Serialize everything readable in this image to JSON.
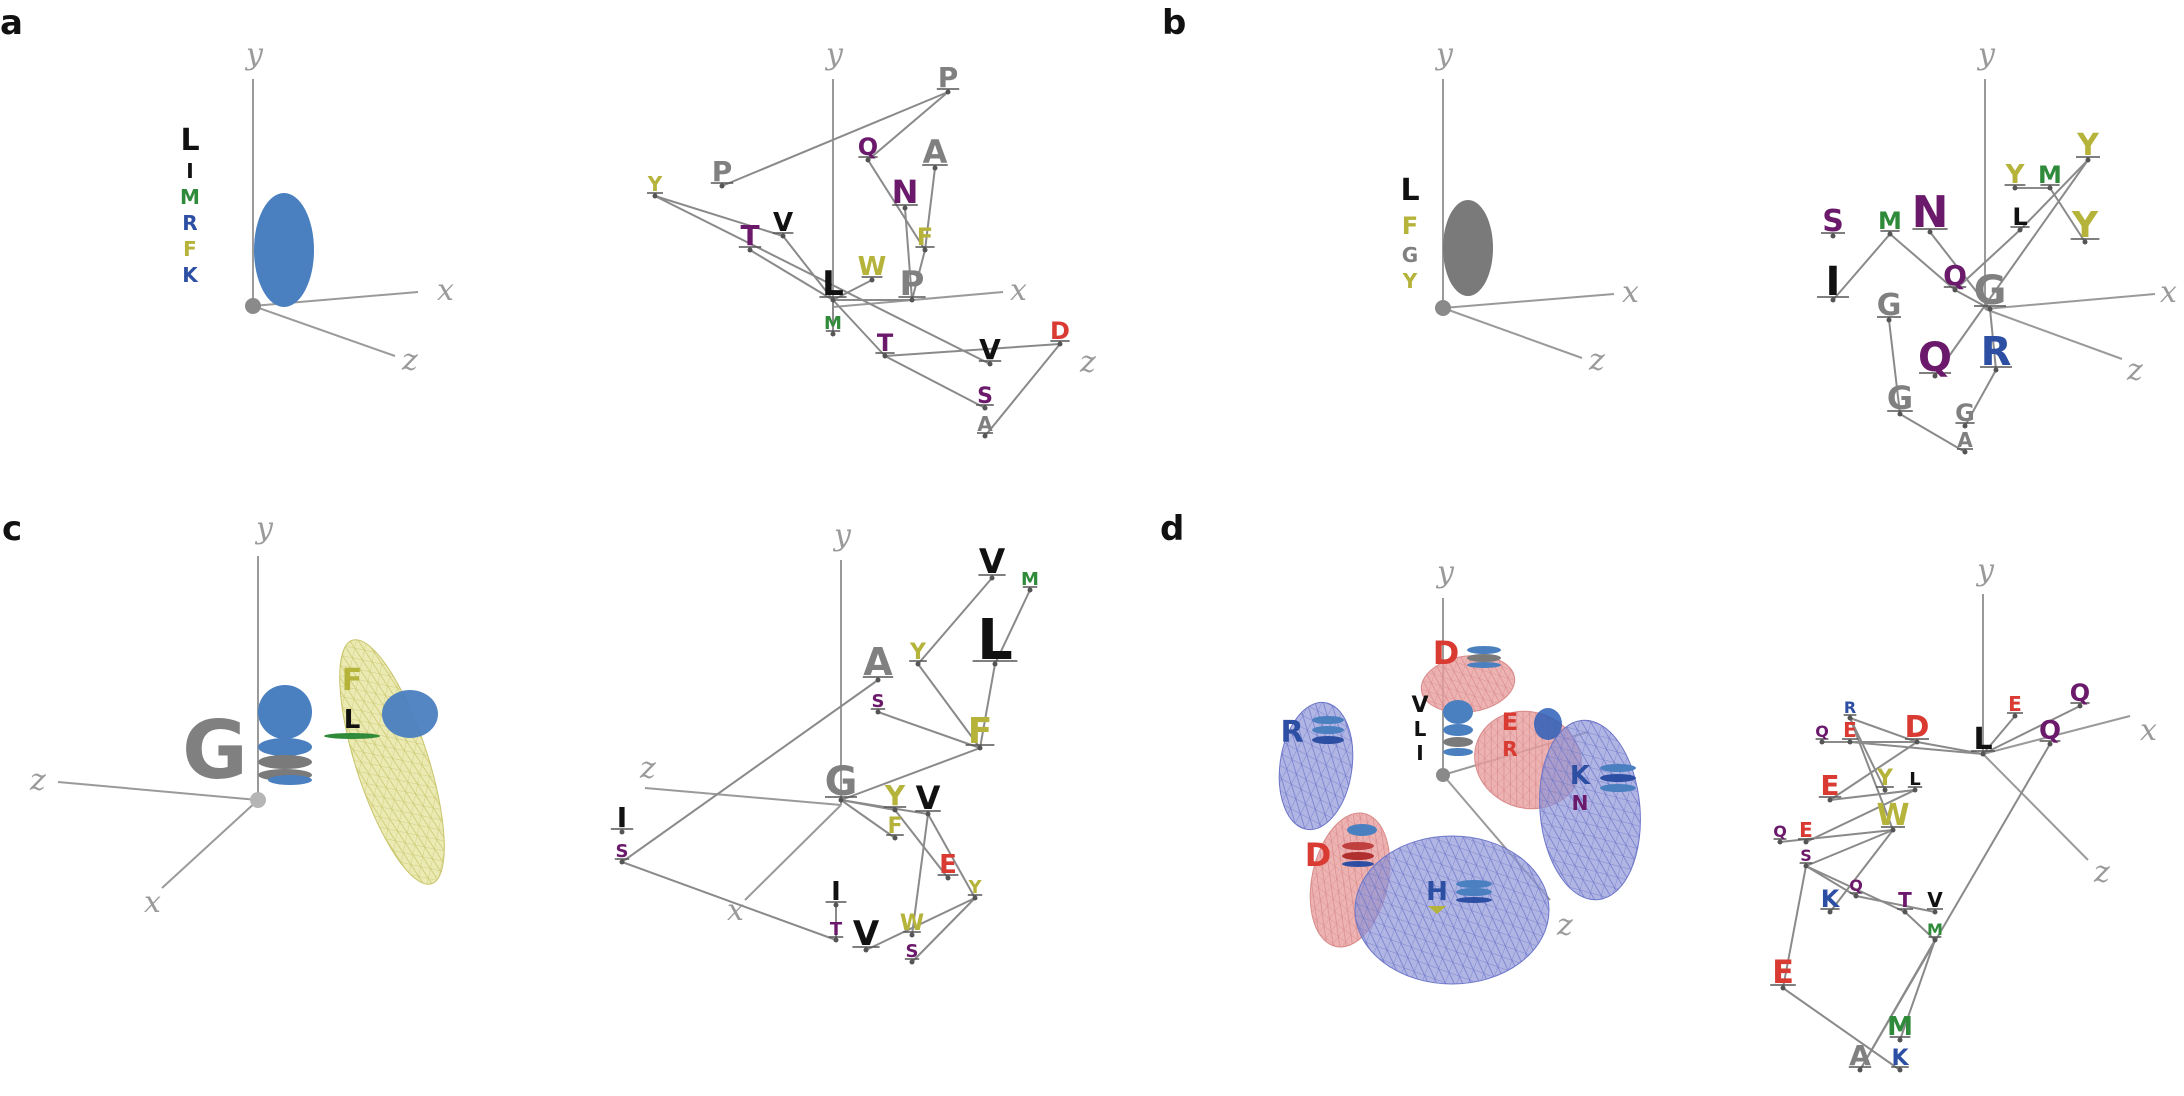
{
  "figure": {
    "colors": {
      "hydrophobic": "#111111",
      "polar": "#6b1a6b",
      "aromatic": "#b5b33a",
      "acidic": "#d93a32",
      "basic": "#2d4fa3",
      "small": "#808080",
      "met": "#2f8a3a",
      "ellipsoid_blue": "#4a7fc0",
      "ellipsoid_gray": "#7a7a7a",
      "mesh_yellow": "#e6e39a",
      "mesh_red": "#e8a0a0",
      "mesh_blue": "#8e96d8"
    },
    "axis_labels": {
      "x": "x",
      "y": "y",
      "z": "z"
    },
    "panels": [
      {
        "id": "a",
        "label": "a",
        "left_logo": [
          "L",
          "I",
          "M",
          "R",
          "F",
          "K"
        ],
        "right_tree": {
          "root": "L",
          "nodes": [
            "M",
            "W",
            "P",
            "F",
            "N",
            "Q",
            "A",
            "P",
            "T",
            "V",
            "P",
            "Y",
            "T",
            "V",
            "D",
            "S",
            "A"
          ]
        }
      },
      {
        "id": "b",
        "label": "b",
        "left_logo": [
          "L",
          "F",
          "G",
          "Y"
        ],
        "right_tree": {
          "root": "G",
          "nodes": [
            "Q",
            "N",
            "M",
            "S",
            "I",
            "Y",
            "M",
            "L",
            "Y",
            "Y",
            "G",
            "Q",
            "R",
            "G",
            "G",
            "A"
          ]
        }
      },
      {
        "id": "c",
        "label": "c",
        "left_logo": [
          "G",
          "F",
          "L"
        ],
        "right_tree": {
          "root": "G",
          "nodes": [
            "Y",
            "F",
            "V",
            "E",
            "Y",
            "W",
            "S",
            "I",
            "V",
            "T",
            "I",
            "S",
            "F",
            "A",
            "S",
            "Y",
            "L",
            "V",
            "M"
          ]
        }
      },
      {
        "id": "d",
        "label": "d",
        "left_logo": [
          "D",
          "V",
          "L",
          "I",
          "R",
          "E",
          "R",
          "K",
          "N",
          "D",
          "H"
        ],
        "right_tree": {
          "root": "L",
          "nodes": [
            "D",
            "E",
            "Q",
            "R",
            "E",
            "Y",
            "L",
            "W",
            "E",
            "Q",
            "S",
            "K",
            "Q",
            "T",
            "V",
            "M",
            "E",
            "M",
            "K",
            "A",
            "E",
            "Q",
            "Q"
          ]
        }
      }
    ]
  }
}
